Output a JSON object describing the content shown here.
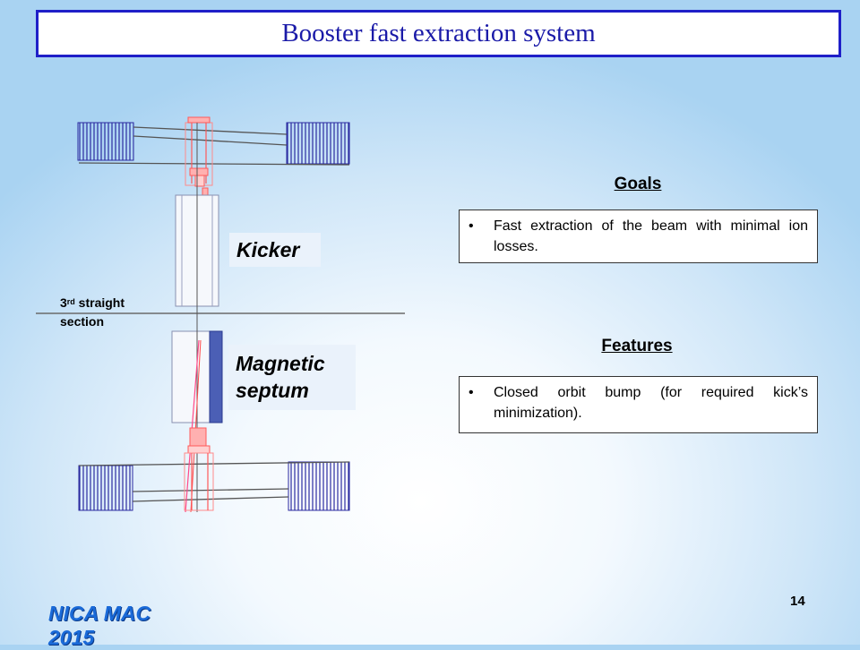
{
  "slide": {
    "title": "Booster fast extraction system",
    "page_number": "14",
    "footer_line1": "NICA MAC",
    "footer_line2": "2015"
  },
  "diagram": {
    "kicker_label": "Kicker",
    "septum_label_line1": "Magnetic",
    "septum_label_line2": "septum",
    "section_label_prefix": "3",
    "section_label_sup": "rd",
    "section_label_line1_rest": " straight",
    "section_label_line2": "section",
    "colors": {
      "magnet_blue": "#2a2aa0",
      "beam_red": "#ff5a5a",
      "septum_blue": "#4b5fb5"
    }
  },
  "goals": {
    "heading": "Goals",
    "bullet": "•",
    "text": "Fast extraction of the beam with minimal ion losses."
  },
  "features": {
    "heading": "Features",
    "bullet": "•",
    "text": "Closed orbit bump (for required kick’s minimization)."
  }
}
